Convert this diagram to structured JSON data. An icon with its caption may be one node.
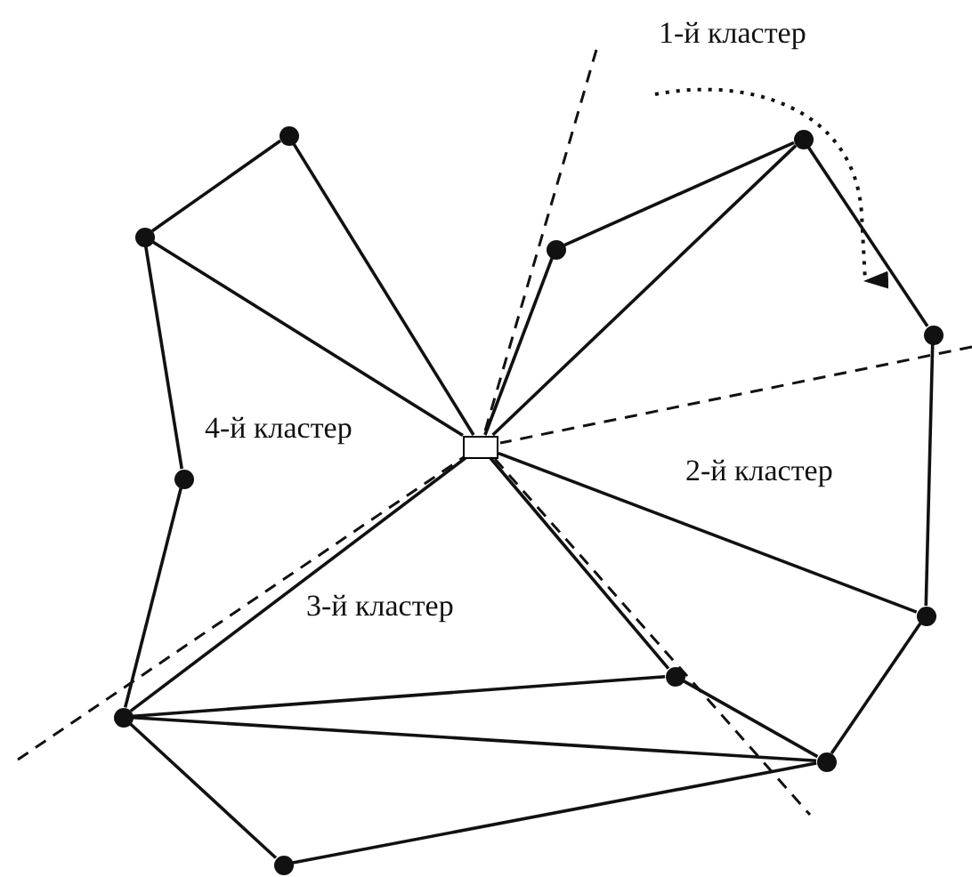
{
  "diagram": {
    "nodes": [
      {
        "text": [],
        "shape": "box"
      },
      {
        "text": [],
        "shape": "circle"
      },
      {
        "text": [],
        "shape": "circle"
      },
      {
        "text": [],
        "shape": "circle"
      },
      {
        "text": [],
        "shape": "circle"
      },
      {
        "text": [],
        "shape": "circle"
      },
      {
        "text": [],
        "shape": "circle"
      },
      {
        "text": [],
        "shape": "circle"
      },
      {
        "text": [],
        "shape": "circle"
      },
      {
        "text": [],
        "shape": "circle"
      },
      {
        "text": [],
        "shape": "circle"
      },
      {
        "text": [],
        "shape": "circle"
      }
    ],
    "edges": [
      {
        "from": 1,
        "to": 2,
        "arrow": "none"
      },
      {
        "from": 1,
        "to": 0,
        "arrow": "none"
      },
      {
        "from": 2,
        "to": 0,
        "arrow": "none"
      },
      {
        "from": 2,
        "to": 6,
        "arrow": "none"
      },
      {
        "from": 6,
        "to": 8,
        "arrow": "none"
      },
      {
        "from": 3,
        "to": 4,
        "arrow": "none"
      },
      {
        "from": 3,
        "to": 0,
        "arrow": "none"
      },
      {
        "from": 4,
        "to": 0,
        "arrow": "none"
      },
      {
        "from": 4,
        "to": 5,
        "arrow": "none"
      },
      {
        "from": 5,
        "to": 7,
        "arrow": "none"
      },
      {
        "from": 7,
        "to": 0,
        "arrow": "none"
      },
      {
        "from": 7,
        "to": 10,
        "arrow": "none"
      },
      {
        "from": 0,
        "to": 8,
        "arrow": "none"
      },
      {
        "from": 0,
        "to": 9,
        "arrow": "none"
      },
      {
        "from": 9,
        "to": 10,
        "arrow": "none"
      },
      {
        "from": 8,
        "to": 9,
        "arrow": "none"
      },
      {
        "from": 8,
        "to": 10,
        "arrow": "none"
      },
      {
        "from": 8,
        "to": 11,
        "arrow": "none"
      },
      {
        "from": 11,
        "to": 10,
        "arrow": "none"
      }
    ],
    "labels": [
      "1-й кластер",
      "4-й кластер",
      "2-й кластер",
      "3-й кластер"
    ]
  }
}
